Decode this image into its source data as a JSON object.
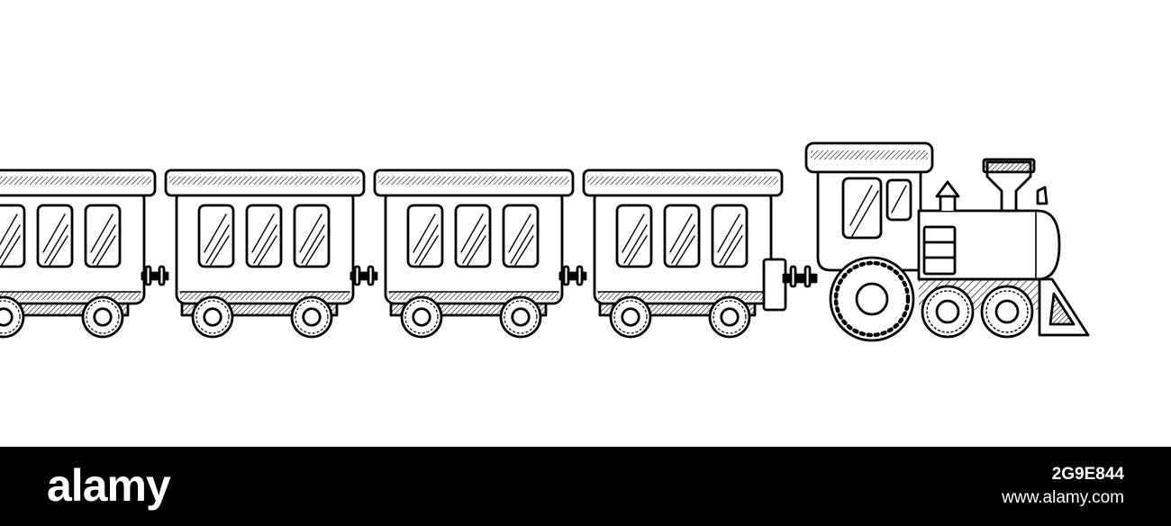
{
  "watermark": {
    "brand": "alamy",
    "image_id": "2G9E844",
    "url": "www.alamy.com"
  },
  "illustration": {
    "subject": "toy-steam-train",
    "car_count": 4,
    "windows_per_car": 3
  },
  "colors": {
    "stroke": "#000000",
    "fill": "#ffffff",
    "footer": "#000000",
    "footer_text": "#ffffff"
  }
}
